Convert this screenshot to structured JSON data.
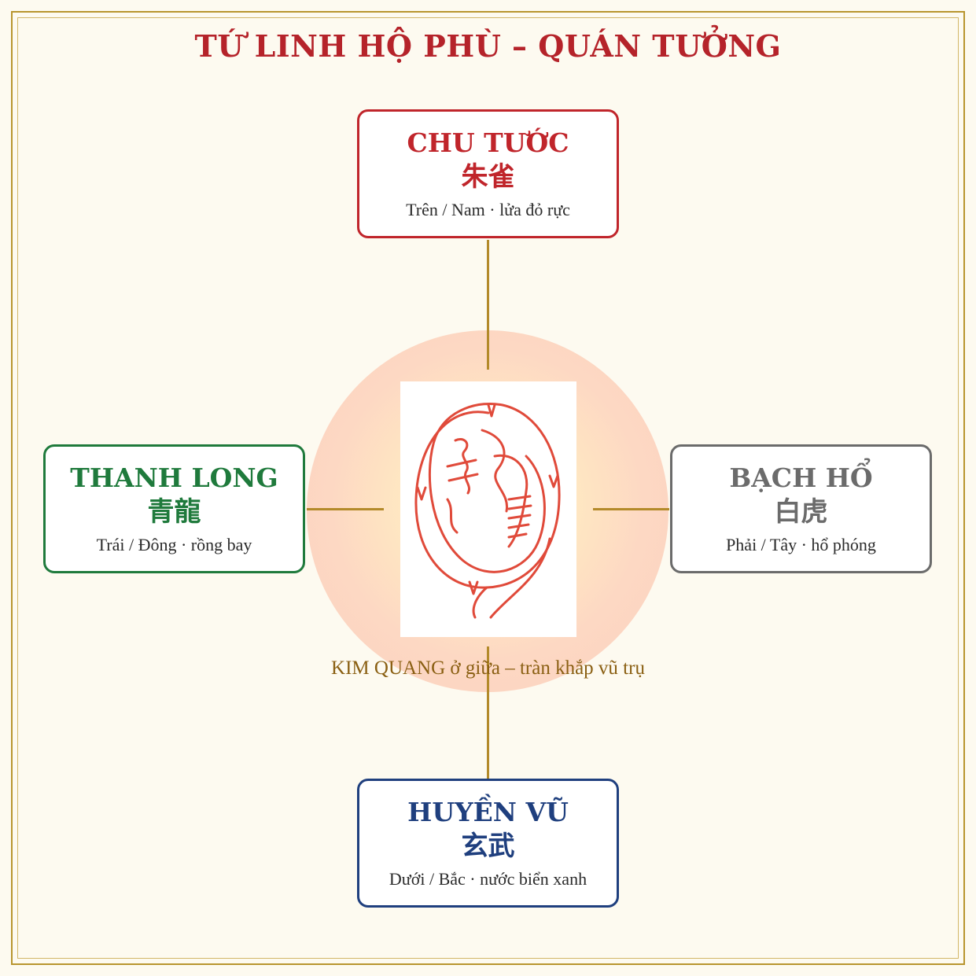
{
  "title": "TỨ LINH HỘ PHÙ – QUÁN TƯỞNG",
  "center_label": "KIM QUANG ở giữa – tràn khắp vũ trụ",
  "colors": {
    "frame": "#b8952f",
    "title": "#b5232a",
    "connector": "#b38a2a",
    "talisman_ink": "#e04a3a"
  },
  "cards": {
    "top": {
      "name": "CHU TƯỚC",
      "han": "朱雀",
      "desc": "Trên / Nam · lửa đỏ rực",
      "color": "#c0252b"
    },
    "left": {
      "name": "THANH LONG",
      "han": "青龍",
      "desc": "Trái / Đông · rồng bay",
      "color": "#1f7a3c"
    },
    "right": {
      "name": "BẠCH HỔ",
      "han": "白虎",
      "desc": "Phải / Tây · hổ phóng",
      "color": "#6b6b6b"
    },
    "bottom": {
      "name": "HUYỀN VŨ",
      "han": "玄武",
      "desc": "Dưới / Bắc · nước biển xanh",
      "color": "#1f3f7e"
    }
  }
}
